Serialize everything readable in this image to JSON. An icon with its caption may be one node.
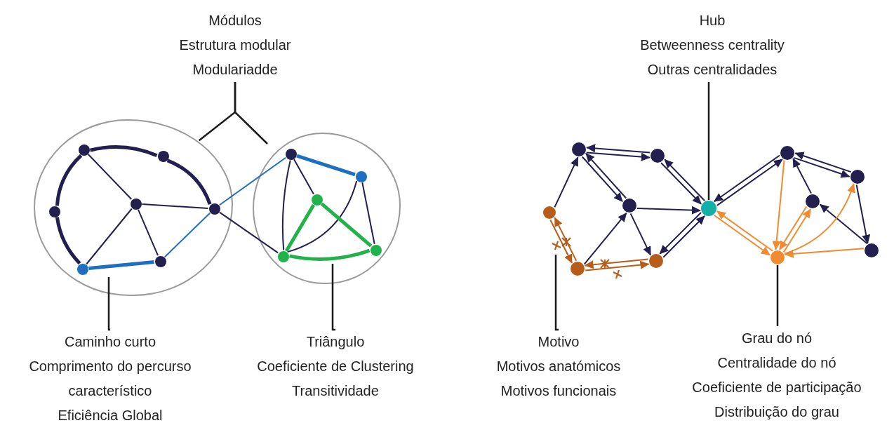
{
  "diagram": {
    "nodes": [
      {
        "text": [
          "Módulos",
          "Estrutura modular",
          "Modulariadde"
        ]
      },
      {
        "text": [
          "Hub",
          "Betweenness centrality",
          "Outras centralidades"
        ]
      },
      {
        "text": [],
        "shape": "circle"
      },
      {
        "text": [],
        "shape": "circle",
        "in": 2
      },
      {
        "text": [],
        "shape": "circle",
        "in": 2
      },
      {
        "text": [],
        "shape": "circle",
        "in": 2
      },
      {
        "text": [],
        "shape": "circle",
        "in": 2
      },
      {
        "text": [],
        "shape": "circle",
        "in": 2
      },
      {
        "text": [],
        "shape": "circle",
        "in": 2
      },
      {
        "text": [],
        "shape": "circle",
        "in": 2
      },
      {
        "text": [],
        "shape": "circle"
      },
      {
        "text": [],
        "shape": "circle",
        "in": 10
      },
      {
        "text": [],
        "shape": "circle",
        "in": 10
      },
      {
        "text": [],
        "shape": "circle",
        "in": 10
      },
      {
        "text": [],
        "shape": "circle",
        "in": 10
      },
      {
        "text": [],
        "shape": "circle",
        "in": 10
      },
      {
        "text": [],
        "shape": "circle"
      },
      {
        "text": [],
        "shape": "circle"
      },
      {
        "text": [],
        "shape": "circle"
      },
      {
        "text": [],
        "shape": "circle"
      },
      {
        "text": [],
        "shape": "circle"
      },
      {
        "text": [],
        "shape": "circle"
      },
      {
        "text": [],
        "shape": "circle"
      },
      {
        "text": [],
        "shape": "circle"
      },
      {
        "text": [],
        "shape": "circle"
      },
      {
        "text": [],
        "shape": "circle"
      },
      {
        "text": [],
        "shape": "circle"
      },
      {
        "text": [],
        "shape": "circle"
      },
      {
        "text": [
          "Caminho curto",
          "Comprimento do percurso característico",
          "Eficiência Global"
        ]
      },
      {
        "text": [
          "Triângulo",
          "Coeficiente de Clustering",
          "Transitividade"
        ]
      },
      {
        "text": [
          "Motivo",
          "Motivos anatómicos",
          "Motivos funcionais"
        ]
      },
      {
        "text": [
          "Grau do nó",
          "Centralidade do nó",
          "Coeficiente de participação",
          "Distribuição do grau"
        ]
      }
    ],
    "edges": [
      {
        "from": 3,
        "to": 4,
        "arrow": "none",
        "style": "thick"
      },
      {
        "from": 3,
        "to": 5,
        "arrow": "none",
        "style": "thick"
      },
      {
        "from": 3,
        "to": 6,
        "arrow": "none"
      },
      {
        "from": 4,
        "to": 9,
        "arrow": "none",
        "style": "thick"
      },
      {
        "from": 5,
        "to": 7,
        "arrow": "none",
        "style": "thick"
      },
      {
        "from": 6,
        "to": 9,
        "arrow": "none"
      },
      {
        "from": 6,
        "to": 7,
        "arrow": "none"
      },
      {
        "from": 6,
        "to": 8,
        "arrow": "none"
      },
      {
        "from": 7,
        "to": 8,
        "arrow": "none",
        "style": "thick",
        "color": "#1f6fc0"
      },
      {
        "from": 8,
        "to": 9,
        "arrow": "none",
        "color": "#1f6fc0"
      },
      {
        "from": 9,
        "to": 11,
        "arrow": "none",
        "color": "#1f6fc0"
      },
      {
        "from": 9,
        "to": 14,
        "arrow": "none"
      },
      {
        "from": 11,
        "to": 12,
        "arrow": "none",
        "style": "thick",
        "color": "#1f6fc0"
      },
      {
        "from": 11,
        "to": 14,
        "arrow": "none"
      },
      {
        "from": 11,
        "to": 13,
        "arrow": "none"
      },
      {
        "from": 12,
        "to": 15,
        "arrow": "none"
      },
      {
        "from": 12,
        "to": 14,
        "arrow": "none"
      },
      {
        "from": 13,
        "to": 14,
        "arrow": "none",
        "style": "thick",
        "color": "#22b24c"
      },
      {
        "from": 13,
        "to": 15,
        "arrow": "none",
        "style": "thick",
        "color": "#22b24c"
      },
      {
        "from": 14,
        "to": 15,
        "arrow": "none",
        "style": "thick",
        "color": "#22b24c"
      },
      {
        "from": 18,
        "to": 16,
        "arrow": "to"
      },
      {
        "from": 16,
        "to": 17,
        "arrow": "to"
      },
      {
        "from": 17,
        "to": 16,
        "arrow": "to"
      },
      {
        "from": 16,
        "to": 19,
        "arrow": "to"
      },
      {
        "from": 19,
        "to": 16,
        "arrow": "to"
      },
      {
        "from": 17,
        "to": 20,
        "arrow": "to"
      },
      {
        "from": 20,
        "to": 17,
        "arrow": "to"
      },
      {
        "from": 19,
        "to": 20,
        "arrow": "to"
      },
      {
        "from": 21,
        "to": 19,
        "arrow": "to"
      },
      {
        "from": 19,
        "to": 22,
        "arrow": "to"
      },
      {
        "from": 22,
        "to": 20,
        "arrow": "to"
      },
      {
        "from": 20,
        "to": 22,
        "arrow": "to"
      },
      {
        "from": 20,
        "to": 23,
        "arrow": "to"
      },
      {
        "from": 23,
        "to": 20,
        "arrow": "to"
      },
      {
        "from": 23,
        "to": 24,
        "arrow": "to"
      },
      {
        "from": 24,
        "to": 23,
        "arrow": "to"
      },
      {
        "from": 25,
        "to": 23,
        "arrow": "to"
      },
      {
        "from": 24,
        "to": 27,
        "arrow": "to"
      },
      {
        "from": 27,
        "to": 25,
        "arrow": "to"
      },
      {
        "from": 18,
        "to": 21,
        "arrow": "to",
        "color": "#b85c1a"
      },
      {
        "from": 21,
        "to": 18,
        "arrow": "to",
        "color": "#b85c1a"
      },
      {
        "from": 21,
        "to": 22,
        "arrow": "to",
        "color": "#b85c1a"
      },
      {
        "from": 22,
        "to": 21,
        "arrow": "to",
        "color": "#b85c1a"
      },
      {
        "from": 23,
        "to": 26,
        "arrow": "to",
        "color": "#f28a30"
      },
      {
        "from": 26,
        "to": 25,
        "arrow": "to",
        "color": "#f28a30"
      },
      {
        "from": 25,
        "to": 26,
        "arrow": "to",
        "color": "#f28a30"
      },
      {
        "from": 26,
        "to": 24,
        "arrow": "to",
        "color": "#f28a30"
      },
      {
        "from": 27,
        "to": 26,
        "arrow": "to",
        "color": "#f28a30"
      },
      {
        "from": 20,
        "to": 26,
        "arrow": "to",
        "color": "#f28a30"
      },
      {
        "from": 26,
        "to": 20,
        "arrow": "to",
        "color": "#f28a30"
      },
      {
        "from": 0,
        "to": 2,
        "arrow": "none",
        "color": "#1a1a1a"
      },
      {
        "from": 0,
        "to": 10,
        "arrow": "none",
        "color": "#1a1a1a"
      },
      {
        "from": 1,
        "to": 20,
        "arrow": "none",
        "color": "#1a1a1a"
      },
      {
        "from": 28,
        "to": null,
        "arrow": "none",
        "color": "#1a1a1a"
      },
      {
        "from": 29,
        "to": null,
        "arrow": "none",
        "color": "#1a1a1a"
      },
      {
        "from": 30,
        "to": null,
        "arrow": "none",
        "color": "#1a1a1a"
      },
      {
        "from": 31,
        "to": 26,
        "arrow": "none",
        "color": "#1a1a1a"
      }
    ]
  }
}
